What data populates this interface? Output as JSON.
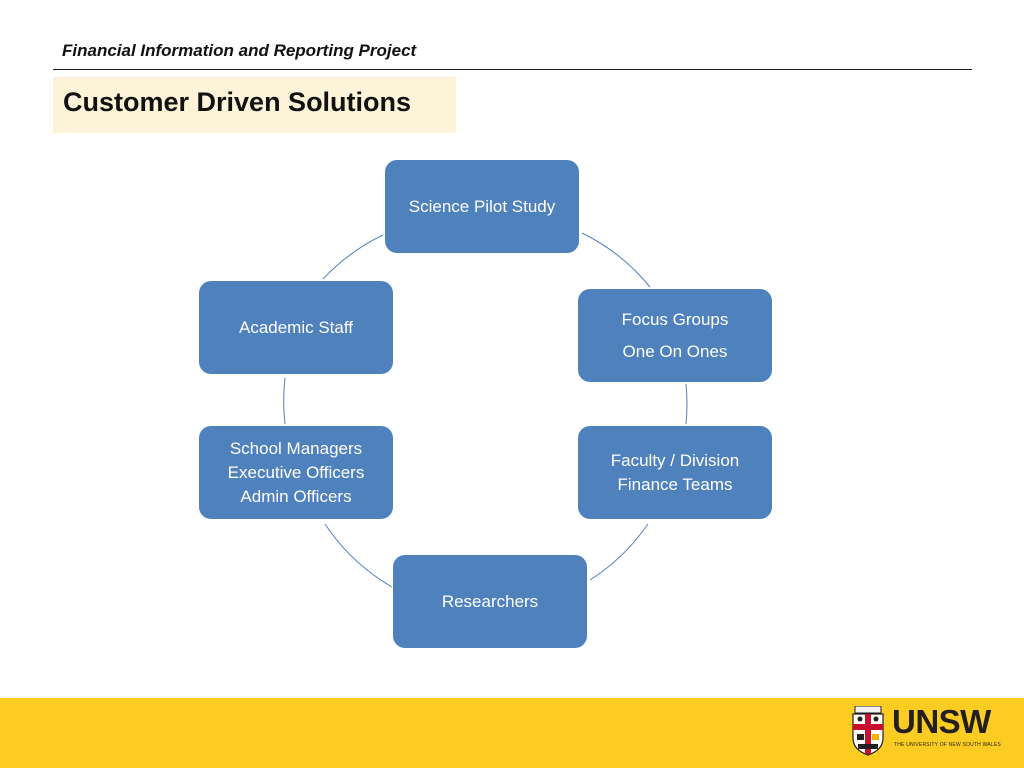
{
  "header": {
    "project_title": "Financial Information and Reporting Project",
    "slide_title": "Customer Driven Solutions"
  },
  "diagram": {
    "nodes": [
      {
        "id": "science-pilot-study",
        "lines": [
          "Science Pilot Study"
        ]
      },
      {
        "id": "focus-groups",
        "lines": [
          "Focus Groups",
          "One On Ones"
        ]
      },
      {
        "id": "faculty-division",
        "lines": [
          "Faculty / Division",
          "Finance Teams"
        ]
      },
      {
        "id": "researchers",
        "lines": [
          "Researchers"
        ]
      },
      {
        "id": "school-managers",
        "lines": [
          "School Managers",
          "Executive Officers",
          "Admin Officers"
        ]
      },
      {
        "id": "academic-staff",
        "lines": [
          "Academic Staff"
        ]
      }
    ],
    "node_color": "#4f81bd",
    "connector_color": "#4f81bd"
  },
  "footer": {
    "band_color": "#fccc22",
    "logo_text": "UNSW",
    "logo_subtext": "THE UNIVERSITY OF NEW SOUTH WALES",
    "crest_icon": "unsw-crest-icon"
  }
}
